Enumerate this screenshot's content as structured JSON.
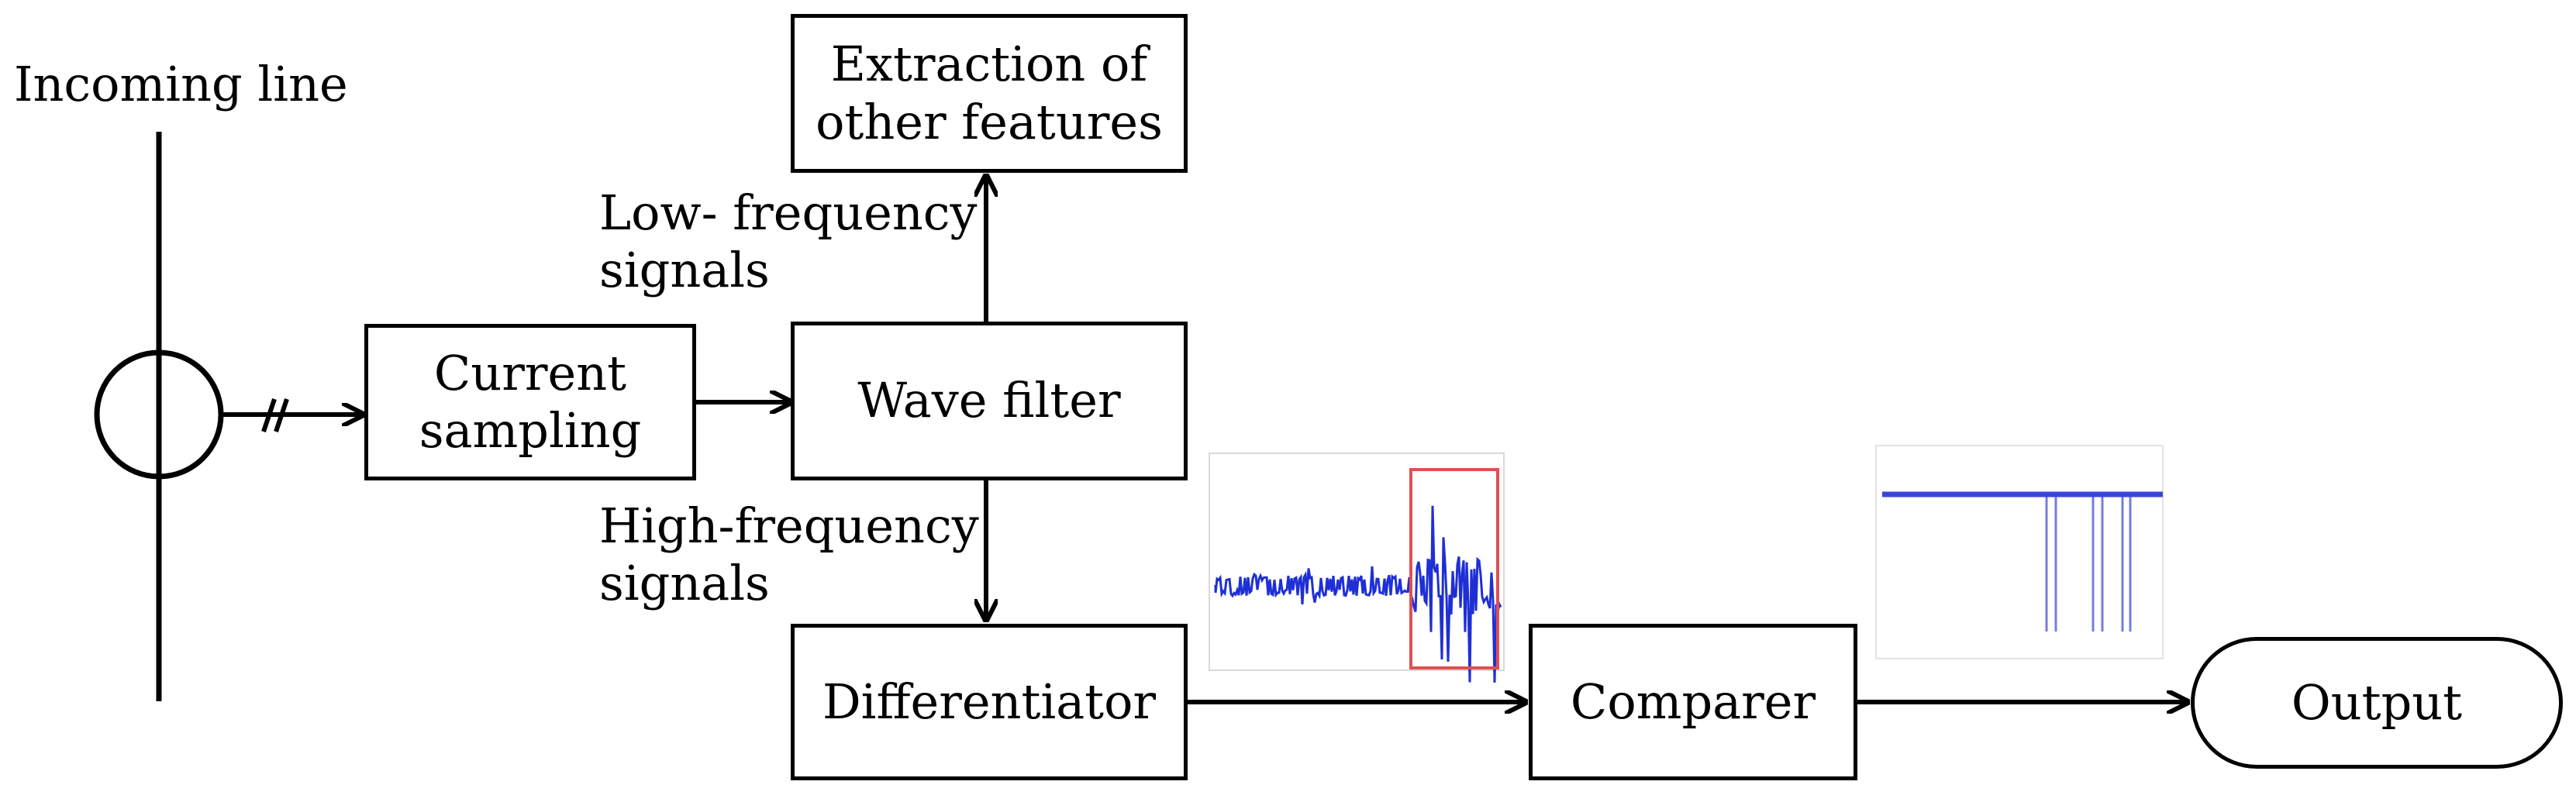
{
  "incoming_line": {
    "label": "Incoming line"
  },
  "current_sampling": {
    "line1": "Current",
    "line2": "sampling"
  },
  "wave_filter": {
    "label": "Wave filter"
  },
  "extraction": {
    "line1": "Extraction of",
    "line2": "other features"
  },
  "low_freq": {
    "line1": "Low- frequency",
    "line2": "signals"
  },
  "high_freq": {
    "line1": "High-frequency",
    "line2": "signals"
  },
  "differentiator": {
    "label": "Differentiator"
  },
  "comparer": {
    "label": "Comparer"
  },
  "output": {
    "label": "Output"
  },
  "colors": {
    "waveform": "#1f2fd6",
    "highlight": "#e05050",
    "comparer_trace": "#3a45d8"
  }
}
